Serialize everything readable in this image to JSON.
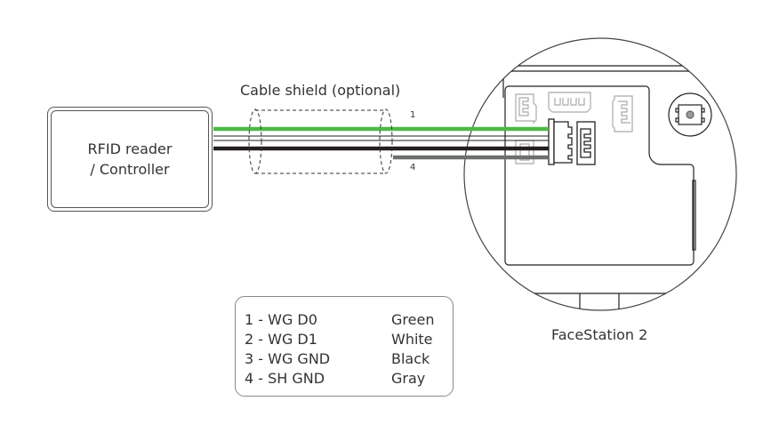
{
  "diagram": {
    "rfid_box": {
      "line1": "RFID reader",
      "line2": "/ Controller"
    },
    "cable_shield_label": "Cable shield (optional)",
    "pin_labels": {
      "first": "1",
      "last": "4"
    },
    "device_label": "FaceStation 2",
    "wires": [
      {
        "pin": "1",
        "signal": "WG D0",
        "color_name": "Green",
        "color": "#4db848"
      },
      {
        "pin": "2",
        "signal": "WG D1",
        "color_name": "White",
        "color": "#ffffff"
      },
      {
        "pin": "3",
        "signal": "WG GND",
        "color_name": "Black",
        "color": "#231f20"
      },
      {
        "pin": "4",
        "signal": "SH GND",
        "color_name": "Gray",
        "color": "#6d6e70"
      }
    ],
    "legend": [
      {
        "label": "1 - WG D0",
        "color": "Green"
      },
      {
        "label": "2 - WG D1",
        "color": "White"
      },
      {
        "label": "3 - WG GND",
        "color": "Black"
      },
      {
        "label": "4 - SH GND",
        "color": "Gray"
      }
    ]
  }
}
